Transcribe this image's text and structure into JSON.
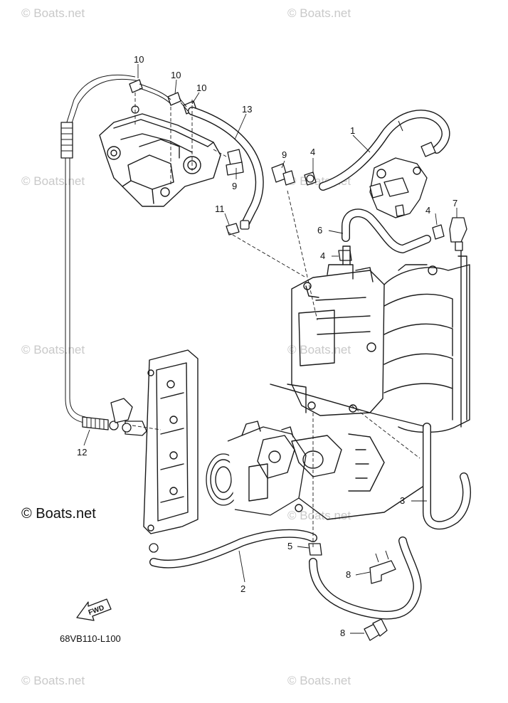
{
  "watermarks": [
    "© Boats.net",
    "© Boats.net",
    "© Boats.net",
    "© Boats.net",
    "© Boats.net",
    "© Boats.net",
    "© Boats.net",
    "© Boats.net",
    "© Boats.net"
  ],
  "copyright": "© Boats.net",
  "diagram_code": "68VB110-L100",
  "fwd_label": "FWD",
  "callouts": {
    "c10a": "10",
    "c10b": "10",
    "c10c": "10",
    "c13": "13",
    "c1": "1",
    "c9a": "9",
    "c9b": "9",
    "c4a": "4",
    "c11": "11",
    "c6": "6",
    "c4b": "4",
    "c4c": "4",
    "c7": "7",
    "c12": "12",
    "c3": "3",
    "c5": "5",
    "c2": "2",
    "c8a": "8",
    "c8b": "8"
  }
}
